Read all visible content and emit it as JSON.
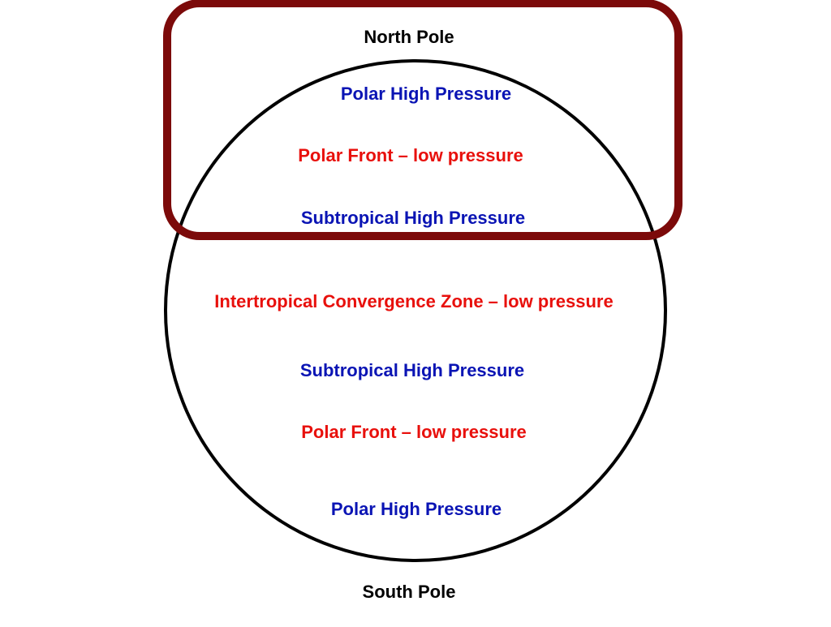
{
  "colors": {
    "pole_text": "#000000",
    "high_pressure": "#0a14b4",
    "low_pressure": "#e8100c",
    "circle_stroke": "#000000",
    "highlight_box": "#7c0a0a"
  },
  "poles": {
    "north": "North Pole",
    "south": "South Pole"
  },
  "zones": [
    {
      "label": "Polar High Pressure",
      "kind": "high"
    },
    {
      "label": "Polar Front – low pressure",
      "kind": "low"
    },
    {
      "label": "Subtropical High Pressure",
      "kind": "high"
    },
    {
      "label": "Intertropical Convergence Zone – low pressure",
      "kind": "low"
    },
    {
      "label": "Subtropical High Pressure",
      "kind": "high"
    },
    {
      "label": "Polar Front – low pressure",
      "kind": "low"
    },
    {
      "label": "Polar High Pressure",
      "kind": "high"
    }
  ]
}
